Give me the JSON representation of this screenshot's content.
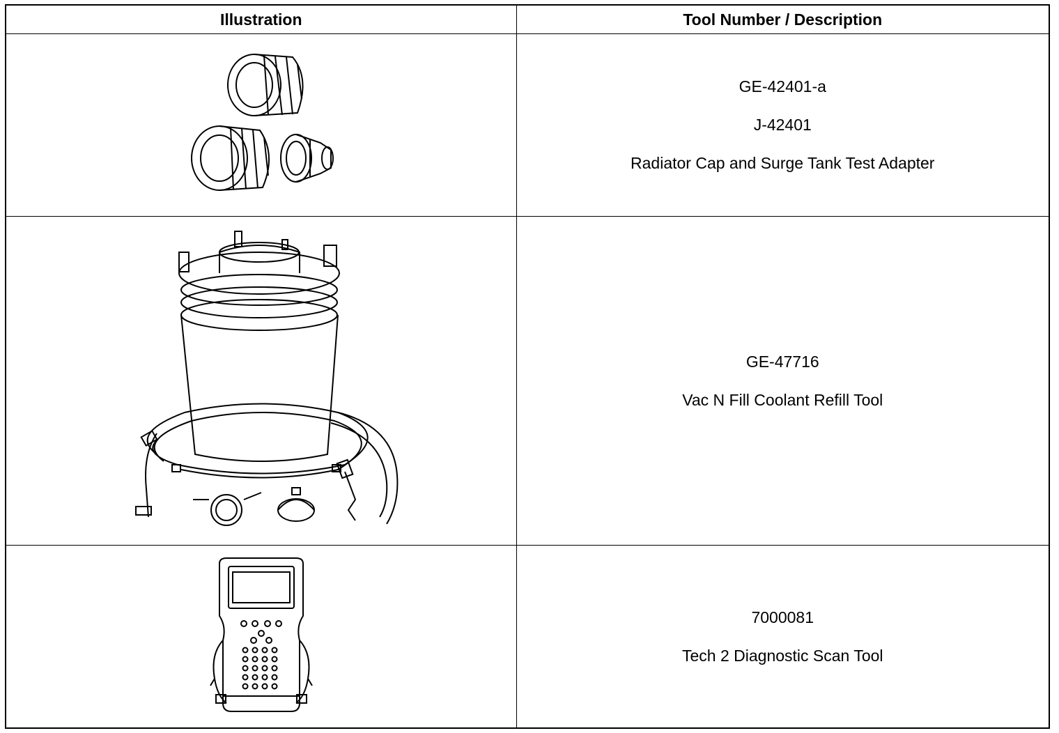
{
  "table": {
    "headers": {
      "illustration": "Illustration",
      "description": "Tool Number / Description"
    },
    "rows": [
      {
        "illustration_icon": "radiator-cap-adapters-icon",
        "lines": [
          "GE-42401-a",
          "J-42401",
          "Radiator Cap and Surge Tank Test Adapter"
        ]
      },
      {
        "illustration_icon": "coolant-refill-bucket-icon",
        "lines": [
          "GE-47716",
          "Vac N Fill Coolant Refill Tool"
        ]
      },
      {
        "illustration_icon": "scan-tool-icon",
        "lines": [
          "7000081",
          "Tech 2 Diagnostic Scan Tool"
        ]
      }
    ]
  }
}
